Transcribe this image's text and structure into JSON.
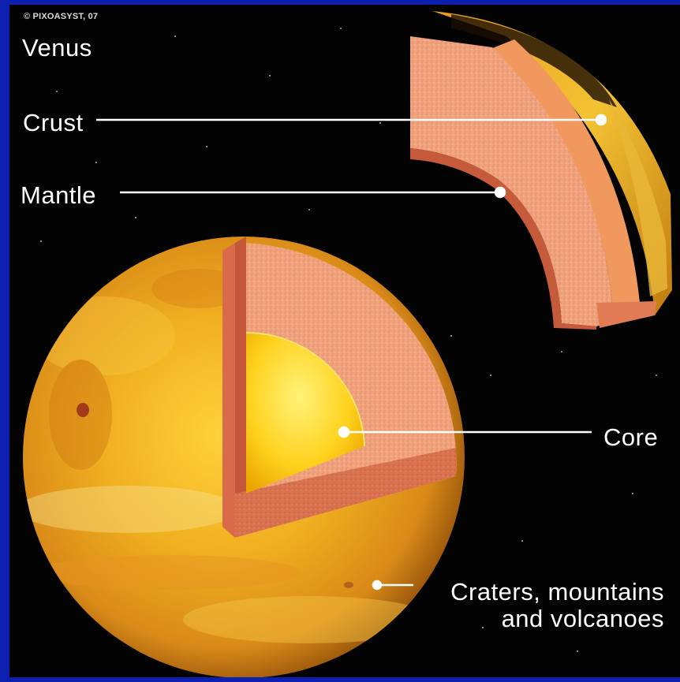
{
  "copyright": "© PIXOASYST, 07",
  "title": "Venus",
  "labels": {
    "crust": "Crust",
    "mantle": "Mantle",
    "core": "Core",
    "craters_line1": "Craters, mountains",
    "craters_line2": "and volcanoes"
  },
  "colors": {
    "frame": "#0d1fb0",
    "space": "#030303",
    "surface": "#e8a81a",
    "mantle": "#f4a07a",
    "crust": "#d96a4a",
    "core": "#ffd22a",
    "leader": "#ffffff"
  }
}
